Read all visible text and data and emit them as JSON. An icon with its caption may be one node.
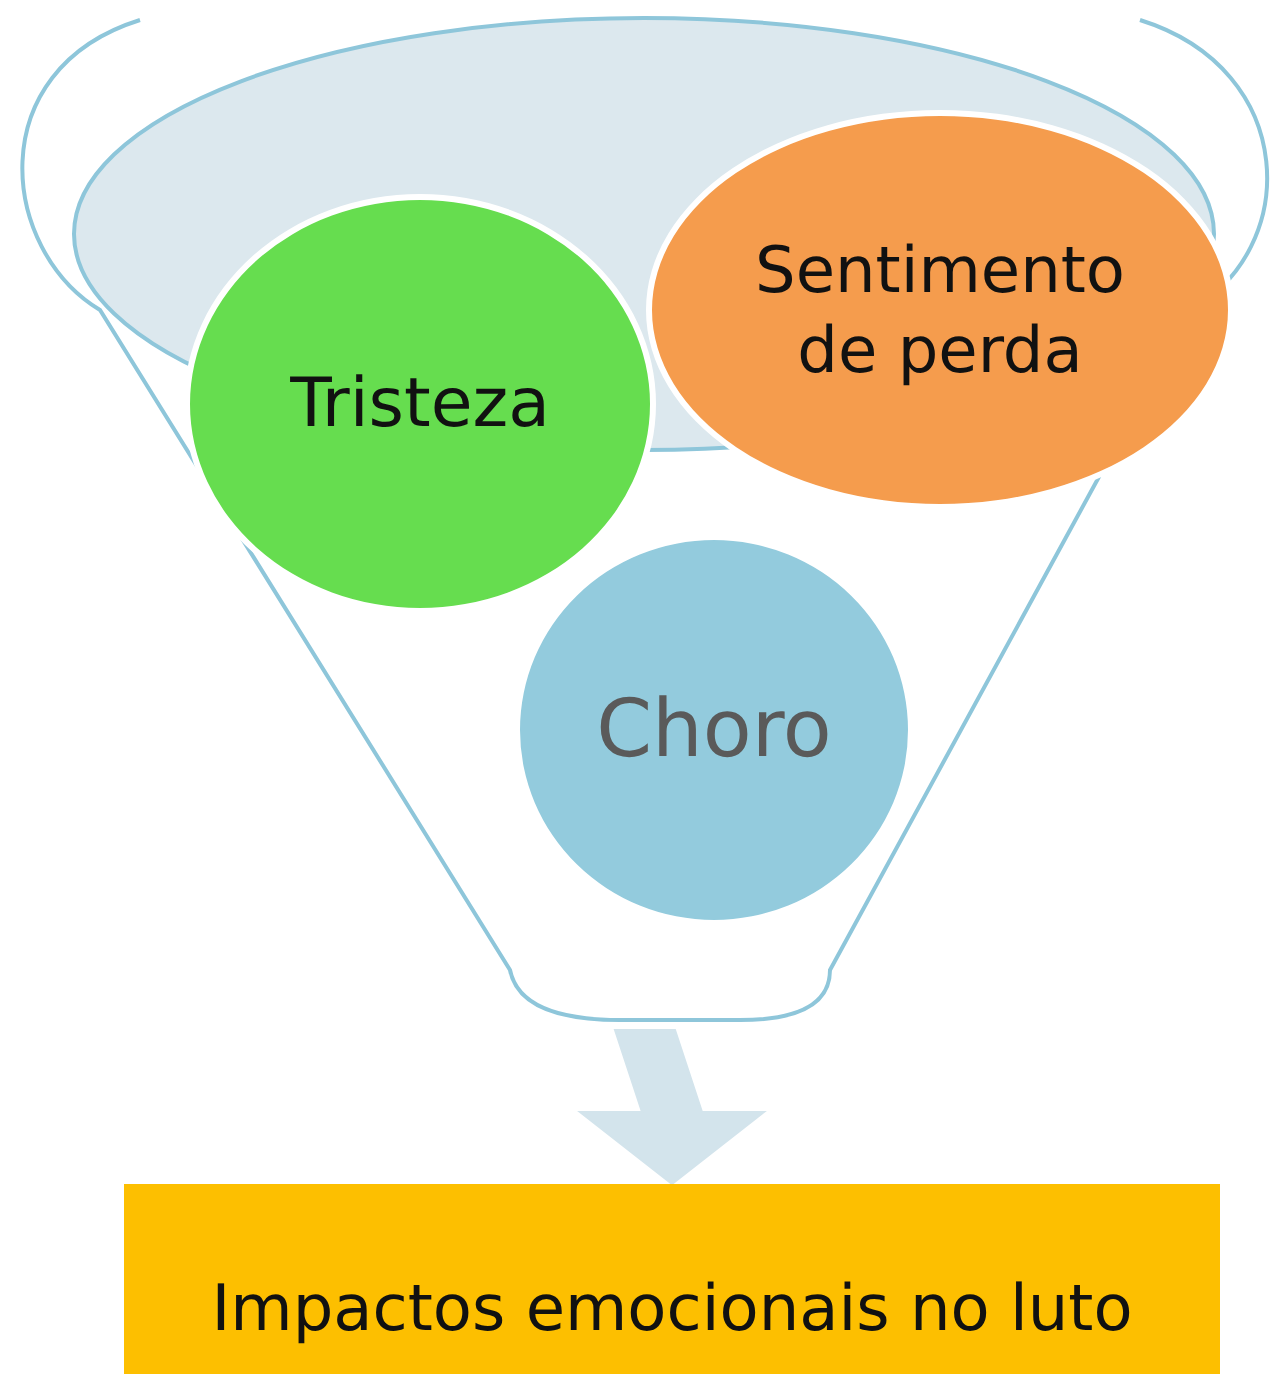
{
  "diagram": {
    "nodes": [
      {
        "text": [],
        "shape": "funnel"
      },
      {
        "text": [
          "Tristeza"
        ],
        "in": 0
      },
      {
        "text": [
          "Sentimento de perda"
        ],
        "in": 0
      },
      {
        "text": [
          "Choro"
        ],
        "in": 0
      },
      {
        "text": [
          "Impactos emocionais no luto"
        ]
      }
    ],
    "edges": [
      {
        "from": 0,
        "to": 4,
        "arrow": "to",
        "style": "thick",
        "color": "#d3e4ec"
      }
    ]
  }
}
